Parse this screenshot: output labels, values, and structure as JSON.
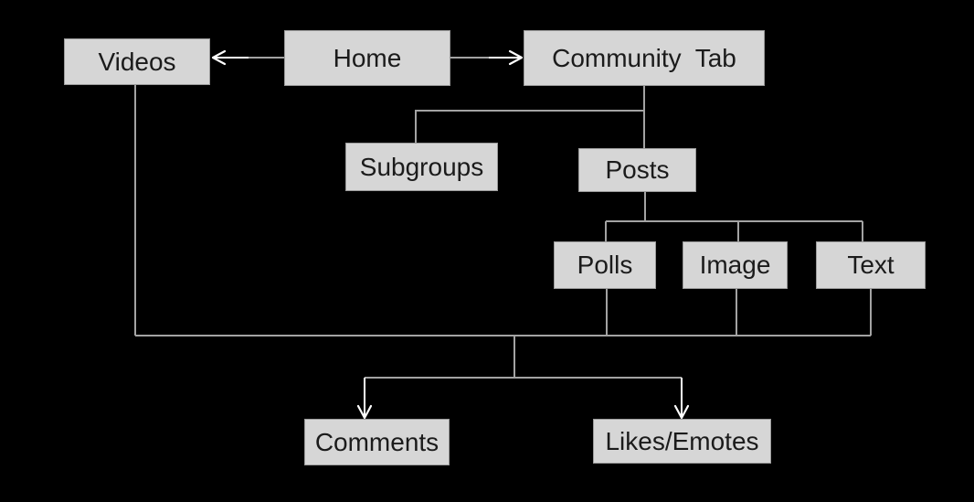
{
  "diagram": {
    "type": "flowchart",
    "nodes": [
      {
        "id": "videos",
        "label": "Videos"
      },
      {
        "id": "home",
        "label": "Home"
      },
      {
        "id": "community_tab",
        "label": "Community  Tab"
      },
      {
        "id": "subgroups",
        "label": "Subgroups"
      },
      {
        "id": "posts",
        "label": "Posts"
      },
      {
        "id": "polls",
        "label": "Polls"
      },
      {
        "id": "image",
        "label": "Image"
      },
      {
        "id": "text",
        "label": "Text"
      },
      {
        "id": "comments",
        "label": "Comments"
      },
      {
        "id": "likes_emotes",
        "label": "Likes/Emotes"
      }
    ],
    "edges": [
      {
        "from": "home",
        "to": "videos",
        "arrow": true
      },
      {
        "from": "home",
        "to": "community_tab",
        "arrow": true
      },
      {
        "from": "community_tab",
        "to": "subgroups",
        "arrow": false
      },
      {
        "from": "community_tab",
        "to": "posts",
        "arrow": false
      },
      {
        "from": "posts",
        "to": "polls",
        "arrow": false
      },
      {
        "from": "posts",
        "to": "image",
        "arrow": false
      },
      {
        "from": "posts",
        "to": "text",
        "arrow": false
      },
      {
        "from": "videos",
        "to": "engagement_bus",
        "arrow": false
      },
      {
        "from": "polls",
        "to": "engagement_bus",
        "arrow": false
      },
      {
        "from": "image",
        "to": "engagement_bus",
        "arrow": false
      },
      {
        "from": "text",
        "to": "engagement_bus",
        "arrow": false
      },
      {
        "from": "engagement_bus",
        "to": "comments",
        "arrow": true
      },
      {
        "from": "engagement_bus",
        "to": "likes_emotes",
        "arrow": true
      }
    ]
  },
  "colors": {
    "background": "#000000",
    "node_fill": "#d6d6d6",
    "node_border": "#9b9b9b",
    "node_text": "#1b1b1b",
    "connector": "#a3a3a3",
    "arrow": "#ffffff"
  }
}
